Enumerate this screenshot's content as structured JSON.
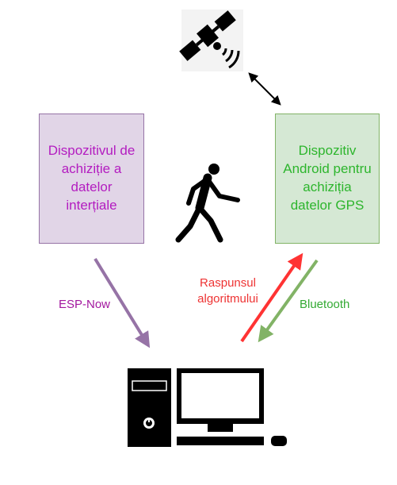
{
  "boxes": {
    "inertial": {
      "text": "Dispozitivul de achiziție a datelor interțiale",
      "color": "#b31cc0"
    },
    "android": {
      "text": "Dispozitiv Android pentru achiziția datelor GPS",
      "color": "#2db52d"
    }
  },
  "arrows": {
    "esp_now": {
      "label": "ESP-Now",
      "color": "#9673a6",
      "label_color": "#a3179f"
    },
    "response": {
      "label": "Raspunsul algoritmului",
      "color": "#ff3333",
      "label_color": "#ee3333"
    },
    "bluetooth": {
      "label": "Bluetooth",
      "color": "#82b366",
      "label_color": "#33aa33"
    }
  },
  "icons": [
    "satellite-icon",
    "walking-person-icon",
    "desktop-computer-icon"
  ]
}
